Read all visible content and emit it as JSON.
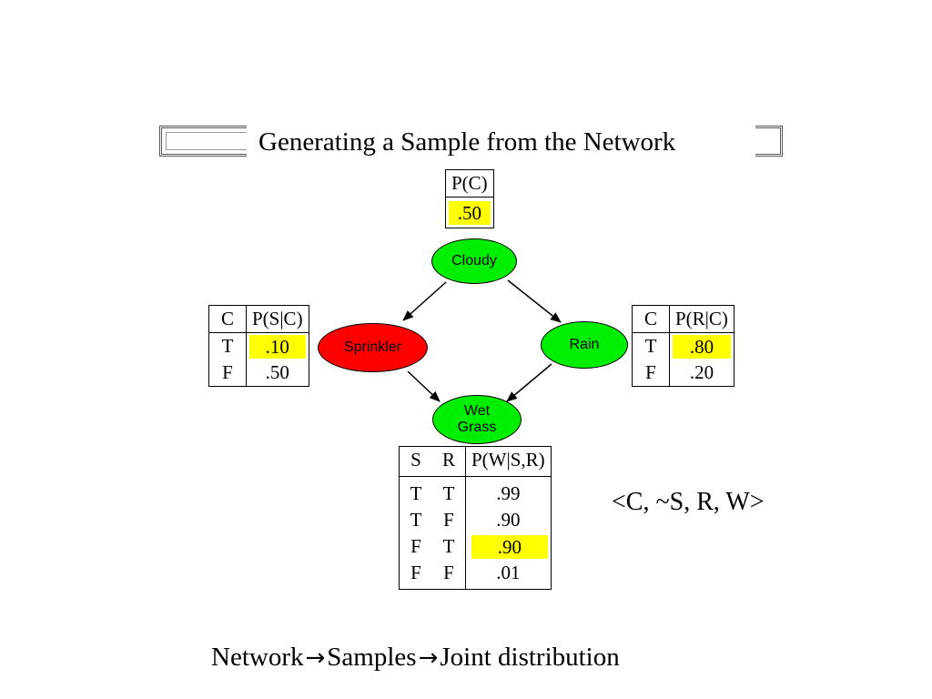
{
  "slide": {
    "title": "Generating a Sample from the Network",
    "sample_text": "<C, ~S, R, W>",
    "footer": {
      "part1": "Network",
      "part2": "Samples",
      "part3": "Joint distribution",
      "arrow": "→"
    }
  },
  "nodes": {
    "cloudy": "Cloudy",
    "sprinkler": "Sprinkler",
    "rain": "Rain",
    "wet_line1": "Wet",
    "wet_line2": "Grass"
  },
  "colors": {
    "node_true": "#00ee00",
    "node_false": "#ff0000",
    "highlight": "#ffff00"
  },
  "cpt_c": {
    "header": "P(C)",
    "value": ".50"
  },
  "cpt_s": {
    "h1": "C",
    "h2": "P(S|C)",
    "rows": [
      {
        "c": "T",
        "p": ".10"
      },
      {
        "c": "F",
        "p": ".50"
      }
    ]
  },
  "cpt_r": {
    "h1": "C",
    "h2": "P(R|C)",
    "rows": [
      {
        "c": "T",
        "p": ".80"
      },
      {
        "c": "F",
        "p": ".20"
      }
    ]
  },
  "cpt_w": {
    "h1": "S",
    "h2": "R",
    "h3": "P(W|S,R)",
    "rows": [
      {
        "s": "T",
        "r": "T",
        "p": ".99"
      },
      {
        "s": "T",
        "r": "F",
        "p": ".90"
      },
      {
        "s": "F",
        "r": "T",
        "p": ".90"
      },
      {
        "s": "F",
        "r": "F",
        "p": ".01"
      }
    ]
  }
}
